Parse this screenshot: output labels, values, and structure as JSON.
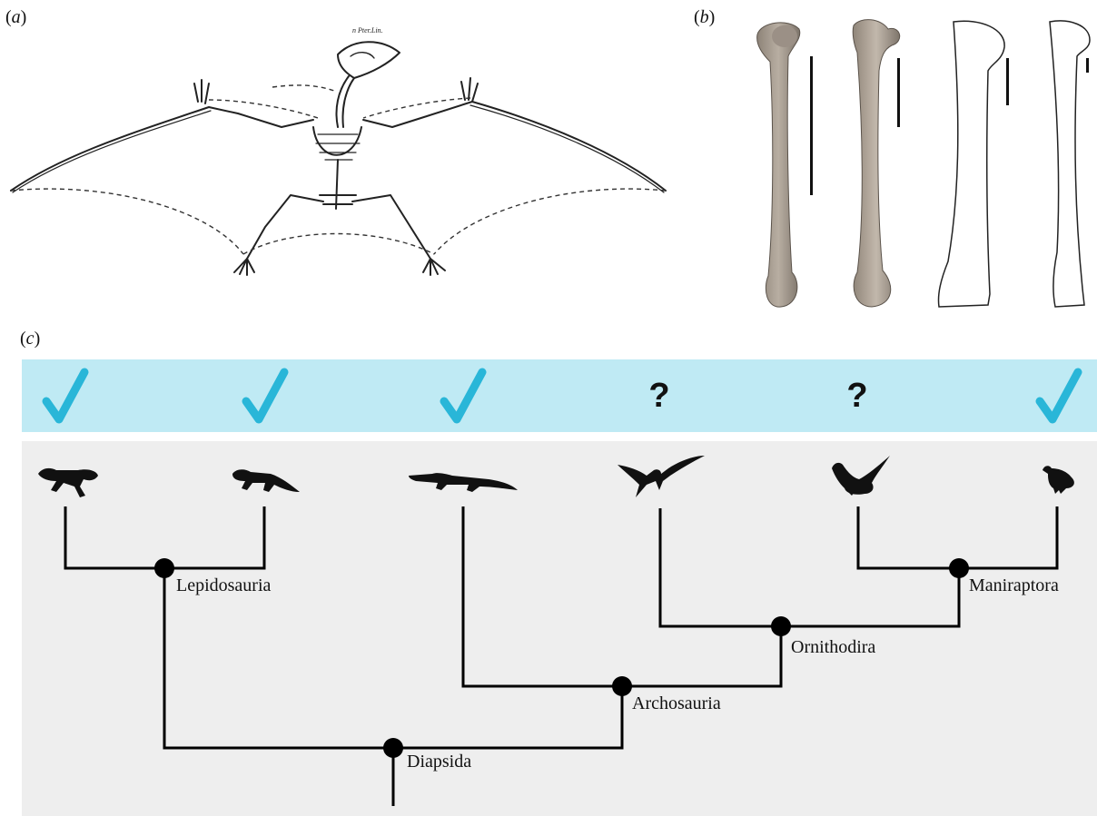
{
  "panels": {
    "a": "(a)",
    "b": "(b)",
    "c": "(c)"
  },
  "figure_a": {
    "inscription": "n Pter.Lin."
  },
  "marks": [
    {
      "taxon_icon": "lizard-silhouette-icon",
      "state": "check"
    },
    {
      "taxon_icon": "tuatara-silhouette-icon",
      "state": "check"
    },
    {
      "taxon_icon": "crocodile-silhouette-icon",
      "state": "check"
    },
    {
      "taxon_icon": "pterosaur-silhouette-icon",
      "state": "unknown",
      "symbol": "?"
    },
    {
      "taxon_icon": "feathered-dinosaur-silhouette-icon",
      "state": "unknown",
      "symbol": "?"
    },
    {
      "taxon_icon": "bird-silhouette-icon",
      "state": "check"
    }
  ],
  "clades": {
    "lepidosauria": "Lepidosauria",
    "maniraptora": "Maniraptora",
    "ornithodira": "Ornithodira",
    "archosauria": "Archosauria",
    "diapsida": "Diapsida"
  },
  "colors": {
    "check": "#29b6d8",
    "band": "#bfeaf4",
    "tree_background": "#eeeeee",
    "tree_lines": "#000000"
  }
}
